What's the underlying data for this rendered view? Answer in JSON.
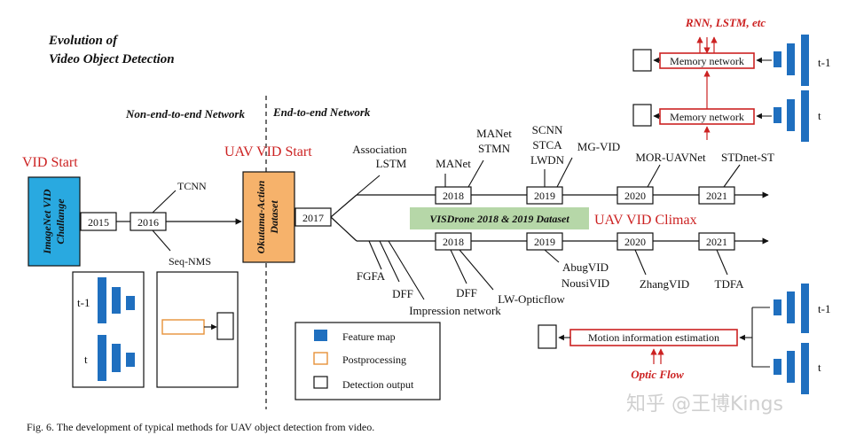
{
  "title": {
    "line1": "Evolution of",
    "line2": "Video Object  Detection"
  },
  "labels": {
    "non_end_to_end": "Non-end-to-end Network",
    "end_to_end": "End-to-end Network",
    "vid_start": "VID Start",
    "uav_vid_start": "UAV VID  Start",
    "uav_vid_climax": "UAV VID  Climax",
    "rnn_lstm": "RNN, LSTM, etc",
    "optic_flow": "Optic Flow",
    "visdrone": "VISDrone 2018 & 2019 Dataset"
  },
  "boxes": {
    "imagenet_line1": "ImageNet VID",
    "imagenet_line2": "Challange",
    "okutama_line1": "Okutama-Action",
    "okutama_line2": "Dataset"
  },
  "years": {
    "y2015": "2015",
    "y2016": "2016",
    "y2017": "2017",
    "top_2018": "2018",
    "top_2019": "2019",
    "top_2020": "2020",
    "top_2021": "2021",
    "bot_2018": "2018",
    "bot_2019": "2019",
    "bot_2020": "2020",
    "bot_2021": "2021"
  },
  "methods": {
    "tcnn": "TCNN",
    "seq_nms": "Seq-NMS",
    "association_lstm_1": "Association",
    "association_lstm_2": "LSTM",
    "manet": "MANet",
    "manet_stmn_1": "MANet",
    "manet_stmn_2": "STMN",
    "scnn": "SCNN",
    "stca": "STCA",
    "lwdn": "LWDN",
    "mg_vid": "MG-VID",
    "mor_uavnet": "MOR-UAVNet",
    "stdnet_st": "STDnet-ST",
    "fgfa": "FGFA",
    "dff_1": "DFF",
    "dff_2": "DFF",
    "impression_network": "Impression network",
    "lw_opticflow": "LW-Opticflow",
    "abugvid": "AbugVID",
    "nousivid": "NousiVID",
    "zhangvid": "ZhangVID",
    "tdfa": "TDFA"
  },
  "modules": {
    "memory_network_1": "Memory network",
    "memory_network_2": "Memory network",
    "motion_estimation": "Motion information estimation",
    "t_minus_1_a": "t-1",
    "t_a": "t",
    "t_minus_1_b": "t-1",
    "t_b": "t",
    "t_minus_1_c": "t-1",
    "t_c": "t"
  },
  "legend": {
    "feature_map": "Feature map",
    "postprocessing": "Postprocessing",
    "detection_output": "Detection output"
  },
  "caption": "Fig. 6.  The development of typical methods for UAV object detection from video.",
  "watermark": "知乎 @王博Kings",
  "colors": {
    "red": "#cc2222",
    "blue_feature": "#1f6fbf",
    "cyan_box": "#29a9e0",
    "orange_box": "#f6b26b",
    "green_box": "#b6d7a8",
    "post_border": "#e69138"
  }
}
